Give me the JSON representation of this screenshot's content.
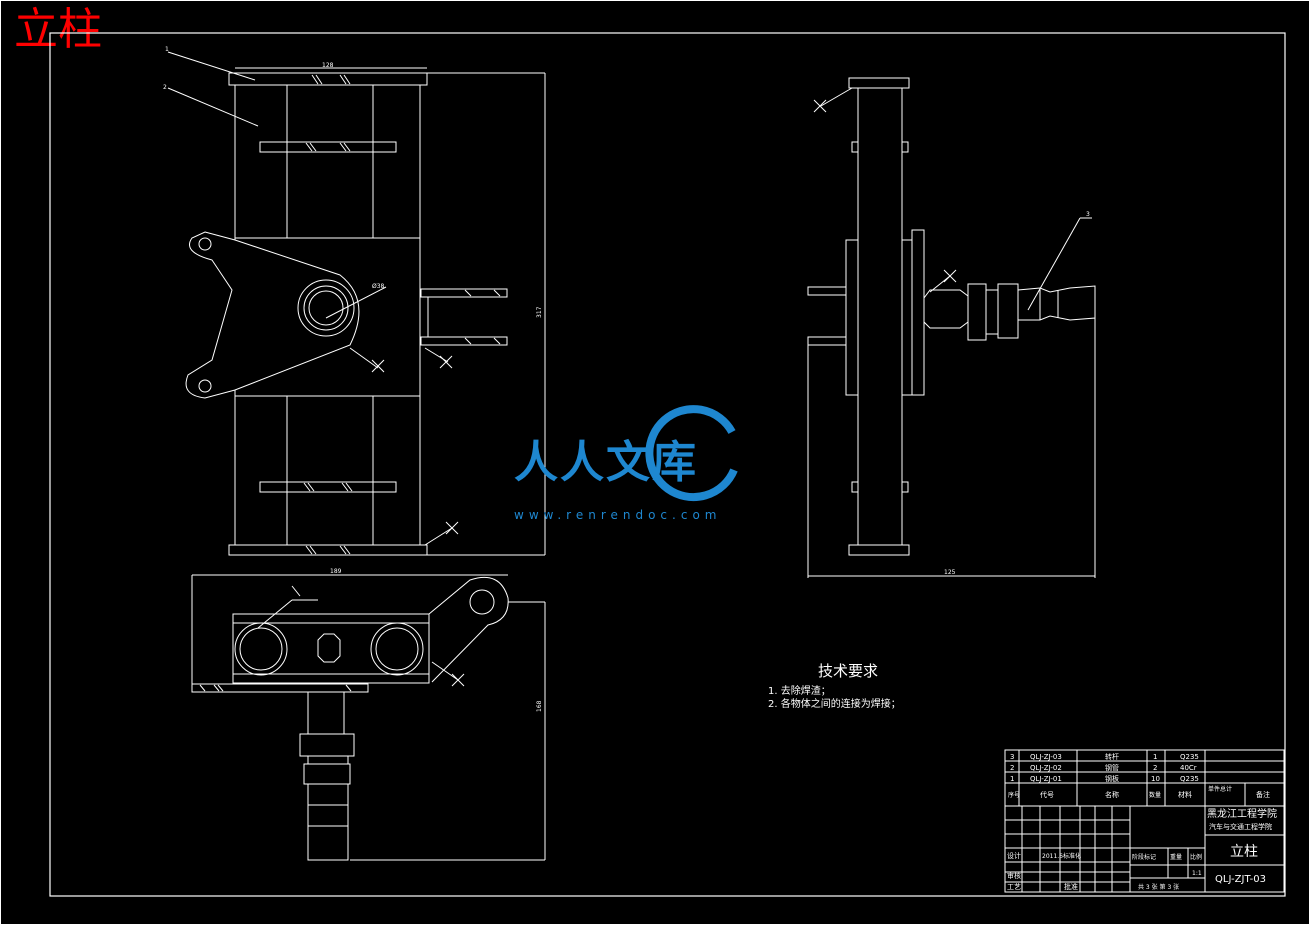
{
  "drawing_title": "立柱",
  "dimensions": {
    "top_width": "128",
    "height_right": "317",
    "bottom_width": "189",
    "bottom_height": "168",
    "side_width": "125",
    "hole_dia": "Ø38"
  },
  "balloons": [
    "1",
    "2",
    "3"
  ],
  "tech_requirements": {
    "title": "技术要求",
    "items": [
      "1. 去除焊渣；",
      "2. 各物体之间的连接为焊接；"
    ]
  },
  "watermark": {
    "text": "人人文库",
    "url": "www.renrendoc.com"
  },
  "parts_list": [
    {
      "no": "3",
      "code": "QLJ-ZJ-03",
      "name": "转杆",
      "qty": "1",
      "material": "Q235"
    },
    {
      "no": "2",
      "code": "QLJ-ZJ-02",
      "name": "钢管",
      "qty": "2",
      "material": "40Cr"
    },
    {
      "no": "1",
      "code": "QLJ-ZJ-01",
      "name": "钢板",
      "qty": "10",
      "material": "Q235"
    }
  ],
  "parts_header": {
    "no": "序号",
    "code": "代号",
    "name": "名称",
    "qty": "数量",
    "material": "材料",
    "unit_total": "单件总计",
    "note": "备注"
  },
  "title_block": {
    "school": "黑龙江工程学院",
    "dept": "汽车与交通工程学院",
    "part_name": "立柱",
    "drawing_no": "QLJ-ZJT-03",
    "designer_label": "设计",
    "date_text": "2011.6标准化",
    "review_label": "审核",
    "process_label": "工艺",
    "approve_label": "批准",
    "stage_label": "阶段标记",
    "weight_label": "重量",
    "scale_label": "比例",
    "scale": "1:1",
    "sheets": "共 3 张 第 3 张"
  }
}
